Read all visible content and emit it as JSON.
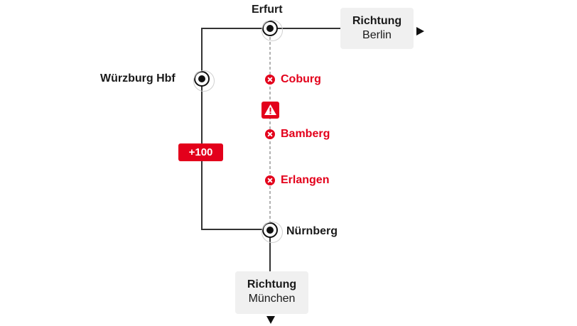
{
  "stations": {
    "erfurt": "Erfurt",
    "wuerzburg": "Würzburg Hbf",
    "nuernberg": "Nürnberg"
  },
  "cancelled_stops": [
    {
      "name": "Coburg"
    },
    {
      "name": "Bamberg"
    },
    {
      "name": "Erlangen"
    }
  ],
  "delay_badge": "+100",
  "directions": {
    "berlin": {
      "line1": "Richtung",
      "line2": "Berlin"
    },
    "muenchen": {
      "line1": "Richtung",
      "line2": "München"
    }
  },
  "icons": {
    "cancel": "cancel-x-icon",
    "warning": "warning-triangle-icon",
    "station": "station-node-icon"
  },
  "colors": {
    "alert_red": "#e3001b",
    "line": "#333333",
    "direction_box": "#f0f0f0"
  }
}
